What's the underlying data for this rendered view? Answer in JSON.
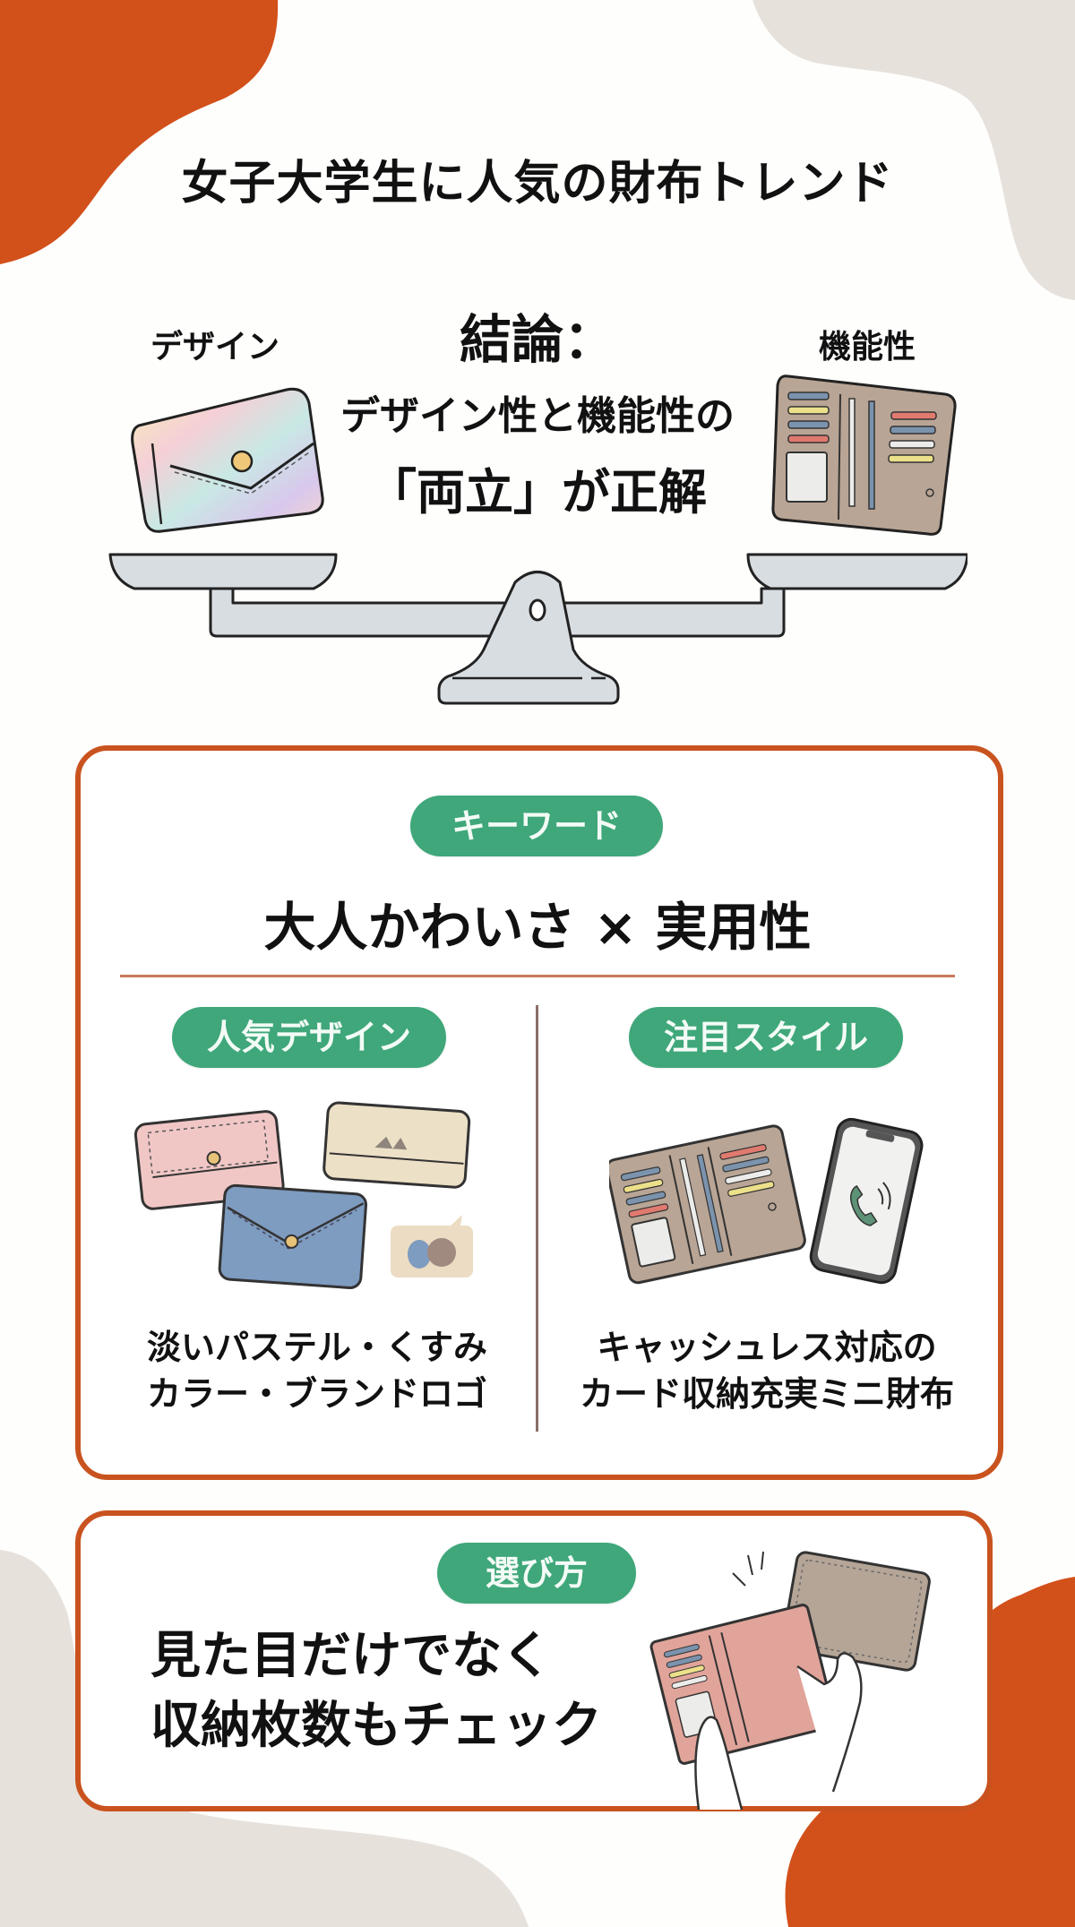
{
  "colors": {
    "accent_orange": "#d2501a",
    "card_border": "#c9531f",
    "pill_green": "#3fa77a",
    "beige_blob": "#e7e1dc",
    "text": "#111111"
  },
  "header": {
    "title": "女子大学生に人気の財布トレンド"
  },
  "conclusion": {
    "left_label": "デザイン",
    "right_label": "機能性",
    "heading": "結論：",
    "line1": "デザイン性と機能性の",
    "line2": "「両立」が正解",
    "illustration_left": "pastel-wallet-icon",
    "illustration_right": "card-wallet-icon",
    "illustration_center": "balance-scale-icon"
  },
  "keyword_card": {
    "pill_label": "キーワード",
    "main_text": "大人かわいさ × 実用性",
    "columns": [
      {
        "pill_label": "人気デザイン",
        "caption_line1": "淡いパステル・くすみ",
        "caption_line2": "カラー・ブランドロゴ",
        "illustration": "pastel-wallets-icon"
      },
      {
        "pill_label": "注目スタイル",
        "caption_line1": "キャッシュレス対応の",
        "caption_line2": "カード収納充実ミニ財布",
        "illustration": "wallet-and-phone-icon"
      }
    ]
  },
  "howto_card": {
    "pill_label": "選び方",
    "line1": "見た目だけでなく",
    "line2": "収納枚数もチェック",
    "illustration": "hands-holding-wallets-icon"
  }
}
